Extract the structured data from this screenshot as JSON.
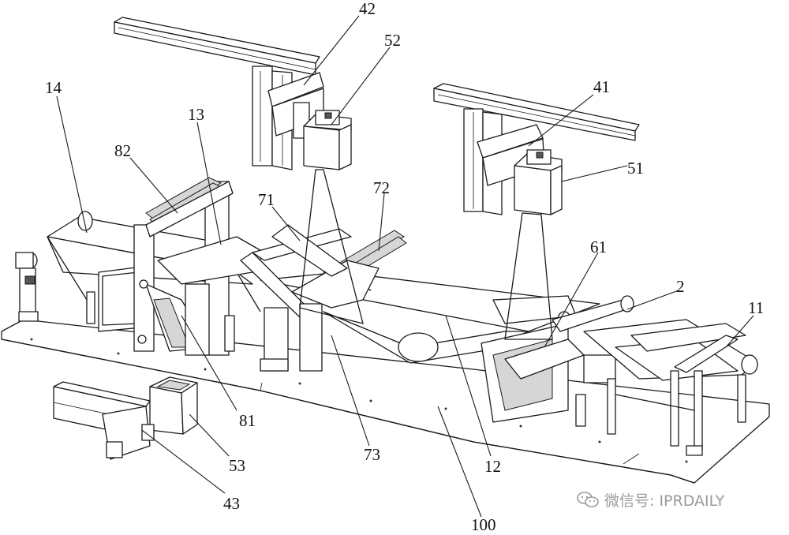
{
  "figure": {
    "labels": [
      "14",
      "82",
      "13",
      "42",
      "52",
      "71",
      "72",
      "41",
      "51",
      "61",
      "2",
      "11",
      "81",
      "73",
      "53",
      "43",
      "12",
      "100"
    ]
  },
  "watermark": {
    "text": "微信号: IPRDAILY",
    "icon": "wechat-icon",
    "color": "#9a9a9a"
  }
}
